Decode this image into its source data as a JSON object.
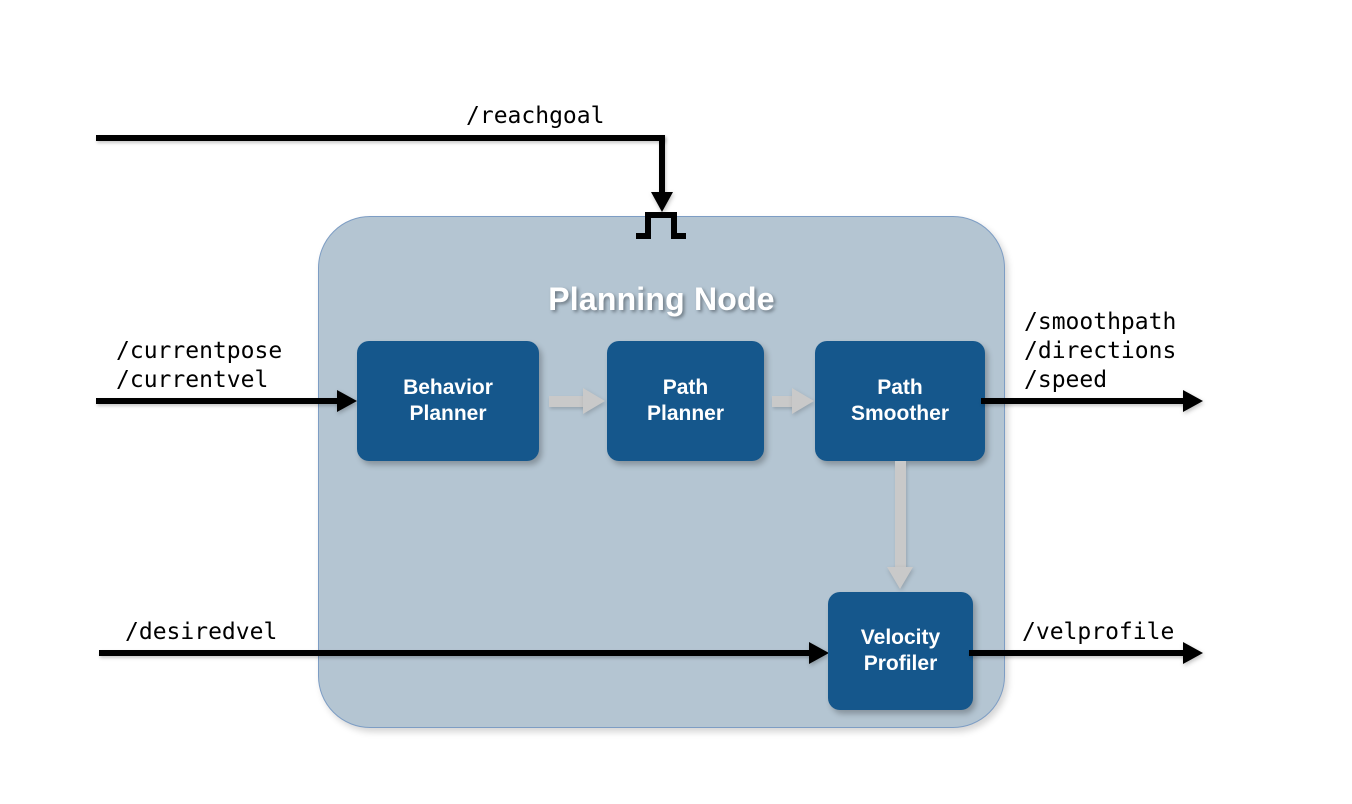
{
  "diagram": {
    "title": "Planning Node",
    "node_fill_color": "#b4c5d2",
    "node_border_color": "#7d9dc4",
    "box_color": "#15578c",
    "internal_arrow_color": "#c9c9c9",
    "signal_arrow_color": "#000000"
  },
  "blocks": [
    {
      "id": "behavior_planner",
      "label": "Behavior\nPlanner"
    },
    {
      "id": "path_planner",
      "label": "Path\nPlanner"
    },
    {
      "id": "path_smoother",
      "label": "Path\nSmoother"
    },
    {
      "id": "velocity_profiler",
      "label": "Velocity\nProfiler"
    }
  ],
  "topics": {
    "reachgoal": "/reachgoal",
    "currentpose": "/currentpose",
    "currentvel": "/currentvel",
    "desiredvel": "/desiredvel",
    "smoothpath": "/smoothpath",
    "directions": "/directions",
    "speed": "/speed",
    "velprofile": "/velprofile"
  },
  "icons": {
    "pulse": "square-pulse-icon"
  },
  "chart_data": {
    "type": "diagram",
    "title": "Planning Node",
    "nodes": [
      {
        "name": "Behavior Planner",
        "group": "Planning Node"
      },
      {
        "name": "Path Planner",
        "group": "Planning Node"
      },
      {
        "name": "Path Smoother",
        "group": "Planning Node"
      },
      {
        "name": "Velocity Profiler",
        "group": "Planning Node"
      }
    ],
    "inputs": [
      {
        "topic": "/reachgoal",
        "target": "Planning Node",
        "style": "black-arrow-down",
        "marker": "square-pulse"
      },
      {
        "topic": "/currentpose",
        "target": "Behavior Planner",
        "style": "black-arrow-right"
      },
      {
        "topic": "/currentvel",
        "target": "Behavior Planner",
        "style": "black-arrow-right"
      },
      {
        "topic": "/desiredvel",
        "target": "Velocity Profiler",
        "style": "black-arrow-right"
      }
    ],
    "outputs": [
      {
        "topic": "/smoothpath",
        "source": "Path Smoother",
        "style": "black-arrow-right"
      },
      {
        "topic": "/directions",
        "source": "Path Smoother",
        "style": "black-arrow-right"
      },
      {
        "topic": "/speed",
        "source": "Path Smoother",
        "style": "black-arrow-right"
      },
      {
        "topic": "/velprofile",
        "source": "Velocity Profiler",
        "style": "black-arrow-right"
      }
    ],
    "edges": [
      {
        "from": "Behavior Planner",
        "to": "Path Planner",
        "style": "gray-arrow-right"
      },
      {
        "from": "Path Planner",
        "to": "Path Smoother",
        "style": "gray-arrow-right"
      },
      {
        "from": "Path Smoother",
        "to": "Velocity Profiler",
        "style": "gray-arrow-down"
      }
    ]
  }
}
